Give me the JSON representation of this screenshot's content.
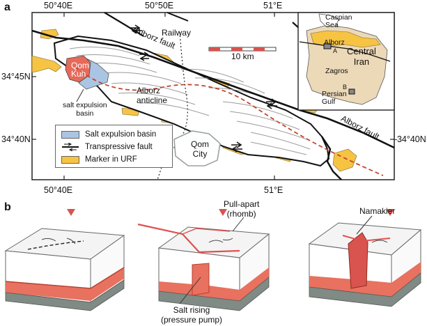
{
  "panel_a": {
    "label": "a",
    "top_coords": [
      "50°40E",
      "50°50E",
      "51°E"
    ],
    "bottom_coords": [
      "50°40E",
      "51°E"
    ],
    "left_coords": [
      "34°45N",
      "34°40N"
    ],
    "right_coords": [
      "–34°40N"
    ],
    "features": {
      "railway": "Railway",
      "alborz_fault_top": "Alborz fault",
      "alborz_fault_right": "Alborz fault",
      "qom_kuh": [
        "Qom",
        "Kuh"
      ],
      "alborz_anticline": [
        "Alborz",
        "anticline"
      ],
      "qom_city": [
        "Qom",
        "City"
      ],
      "salt_basin": [
        "salt expulsion",
        "basin"
      ]
    },
    "scale_label": "10 km",
    "legend": [
      {
        "label": "Salt expulsion basin",
        "color": "#a9c5e3"
      },
      {
        "label": "Transpressive fault",
        "color": "#000000"
      },
      {
        "label": "Marker in URF",
        "color": "#f6c343"
      }
    ],
    "inset": {
      "caspian": [
        "Caspian",
        "Sea"
      ],
      "alborz": "Alborz",
      "central_iran": [
        "Central",
        "Iran"
      ],
      "zagros": "Zagros",
      "persian_gulf": [
        "Persian",
        "Gulf"
      ],
      "point_a": "A",
      "point_b": "B"
    }
  },
  "panel_b": {
    "label": "b",
    "annotations": {
      "pull_apart": [
        "Pull-apart",
        "(rhomb)"
      ],
      "salt_rising": [
        "Salt rising",
        "(pressure pump)"
      ],
      "namakier": "Namakier"
    }
  },
  "colors": {
    "marker_urf": "#f6c343",
    "salt_basin": "#a9c5e3",
    "qom_kuh": "#e66a5a",
    "salt_red": "#e8715f",
    "inset_land": "#ecd9b8",
    "base_gray": "#7f8b84"
  }
}
